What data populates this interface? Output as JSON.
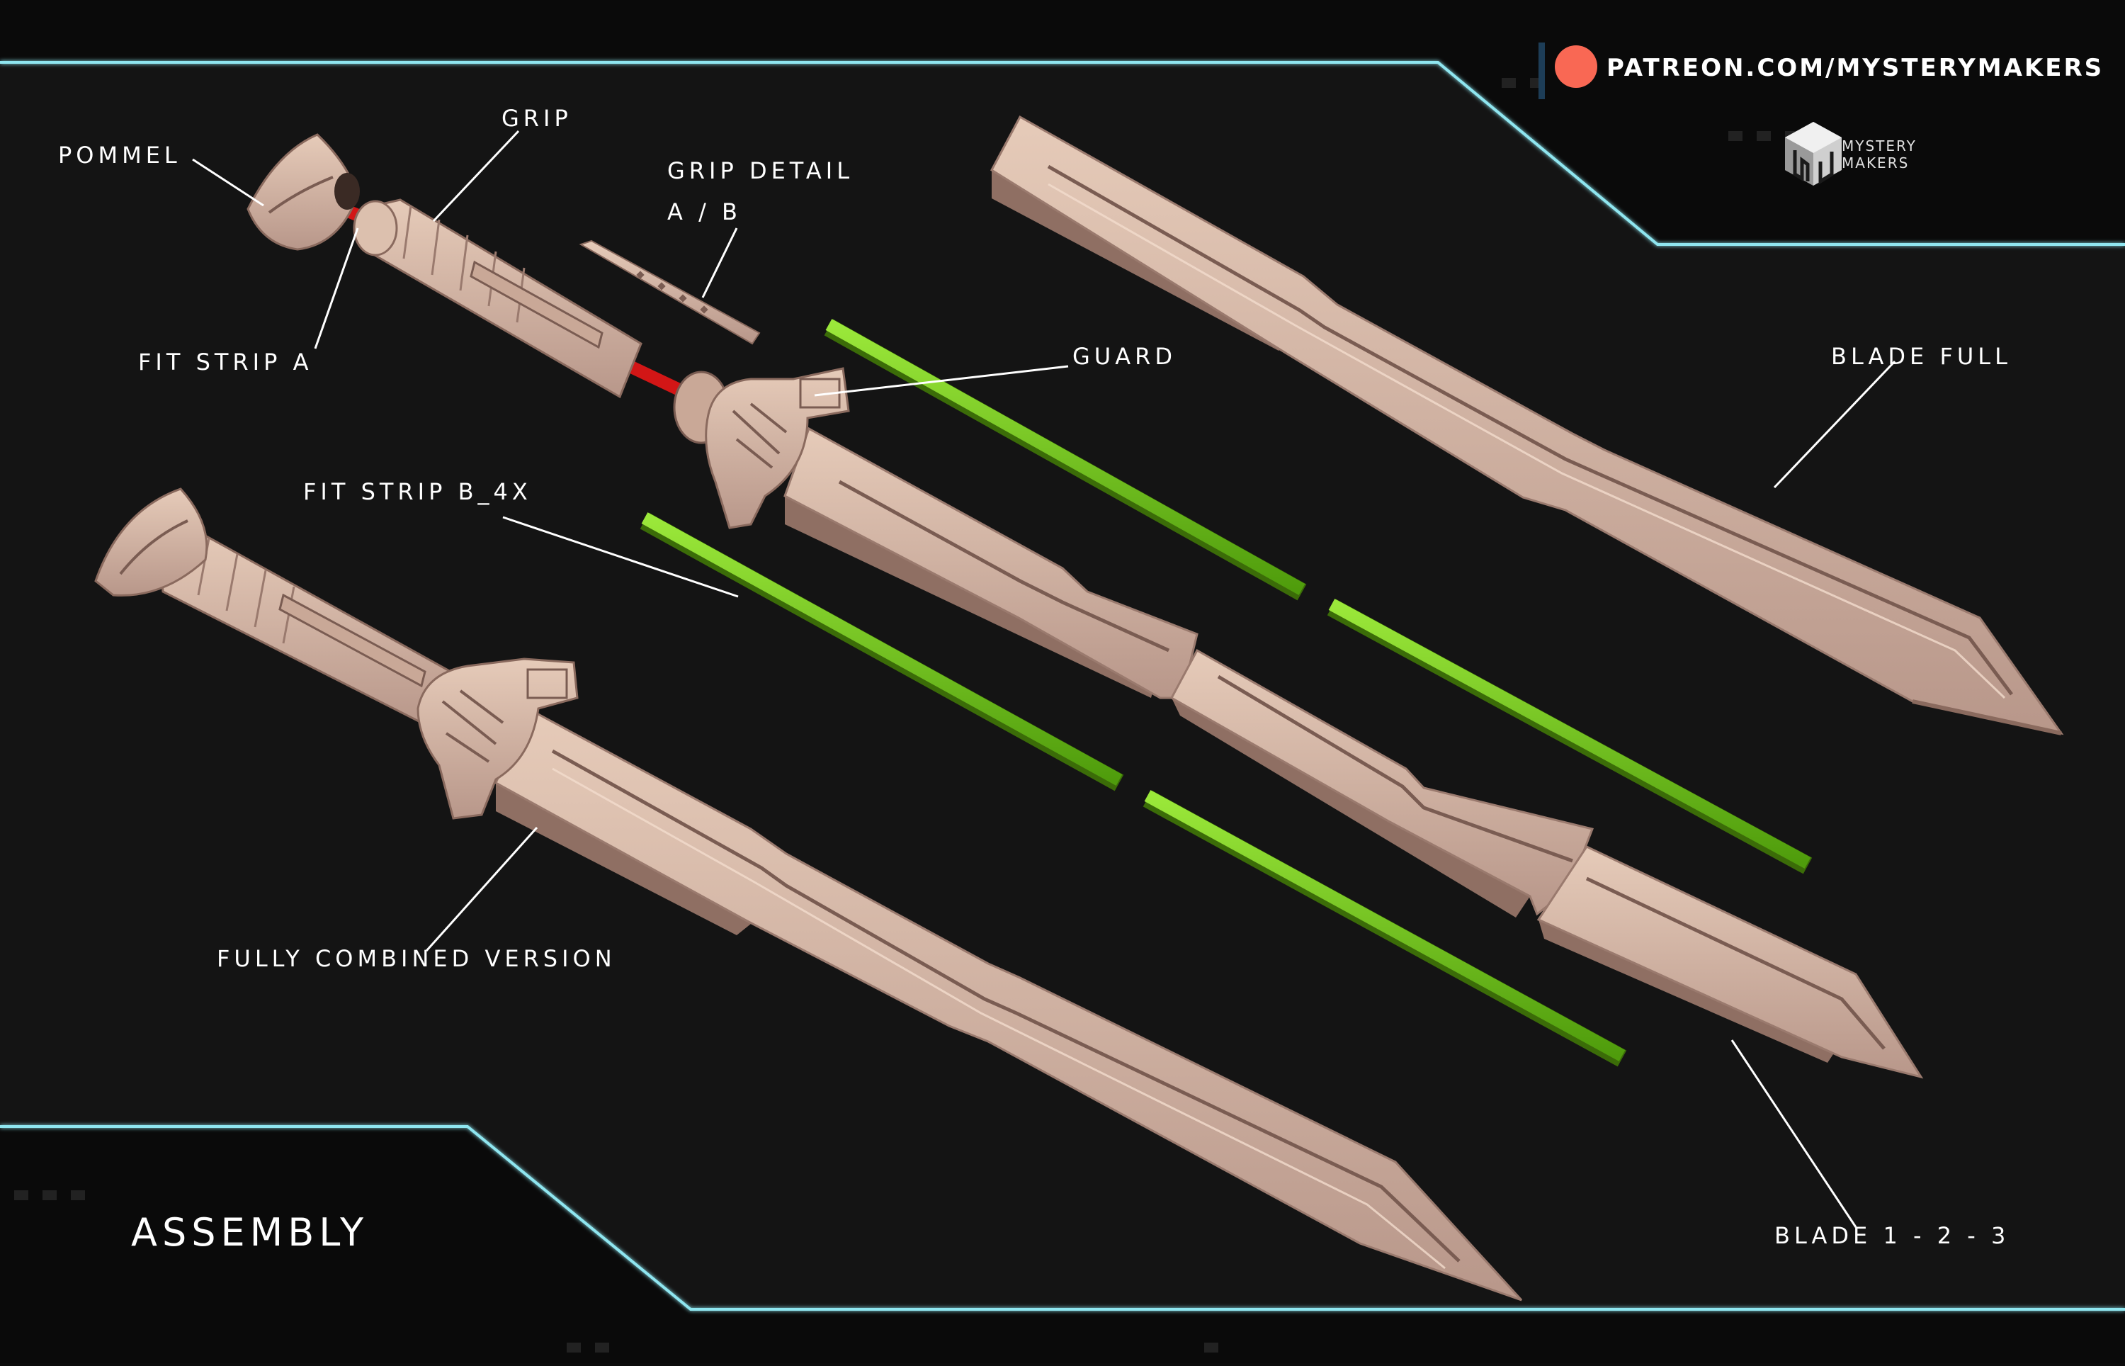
{
  "header": {
    "link_text": "PATREON.COM/MYSTERYMAKERS",
    "logo_line1": "MYSTERY",
    "logo_line2": "MAKERS"
  },
  "labels": {
    "pommel": "POMMEL",
    "grip": "GRIP",
    "grip_detail": "GRIP DETAIL",
    "grip_detail_ab": "A / B",
    "fit_strip_a": "FIT STRIP A",
    "guard": "GUARD",
    "blade_full": "BLADE FULL",
    "fit_strip_b": "FIT STRIP B_4x",
    "fully_combined": "FULLY COMBINED VERSION",
    "blade_123": "BLADE 1 - 2 - 3"
  },
  "footer": {
    "title": "ASSEMBLY"
  },
  "colors": {
    "background": "#141414",
    "frame_line": "#8fe6f0",
    "blade": "#d7b9a6",
    "blade_shadow": "#a9877a",
    "fit_strip_green": "#7cd61e",
    "fit_strip_red": "#d21616",
    "patreon_red": "#f96854"
  }
}
